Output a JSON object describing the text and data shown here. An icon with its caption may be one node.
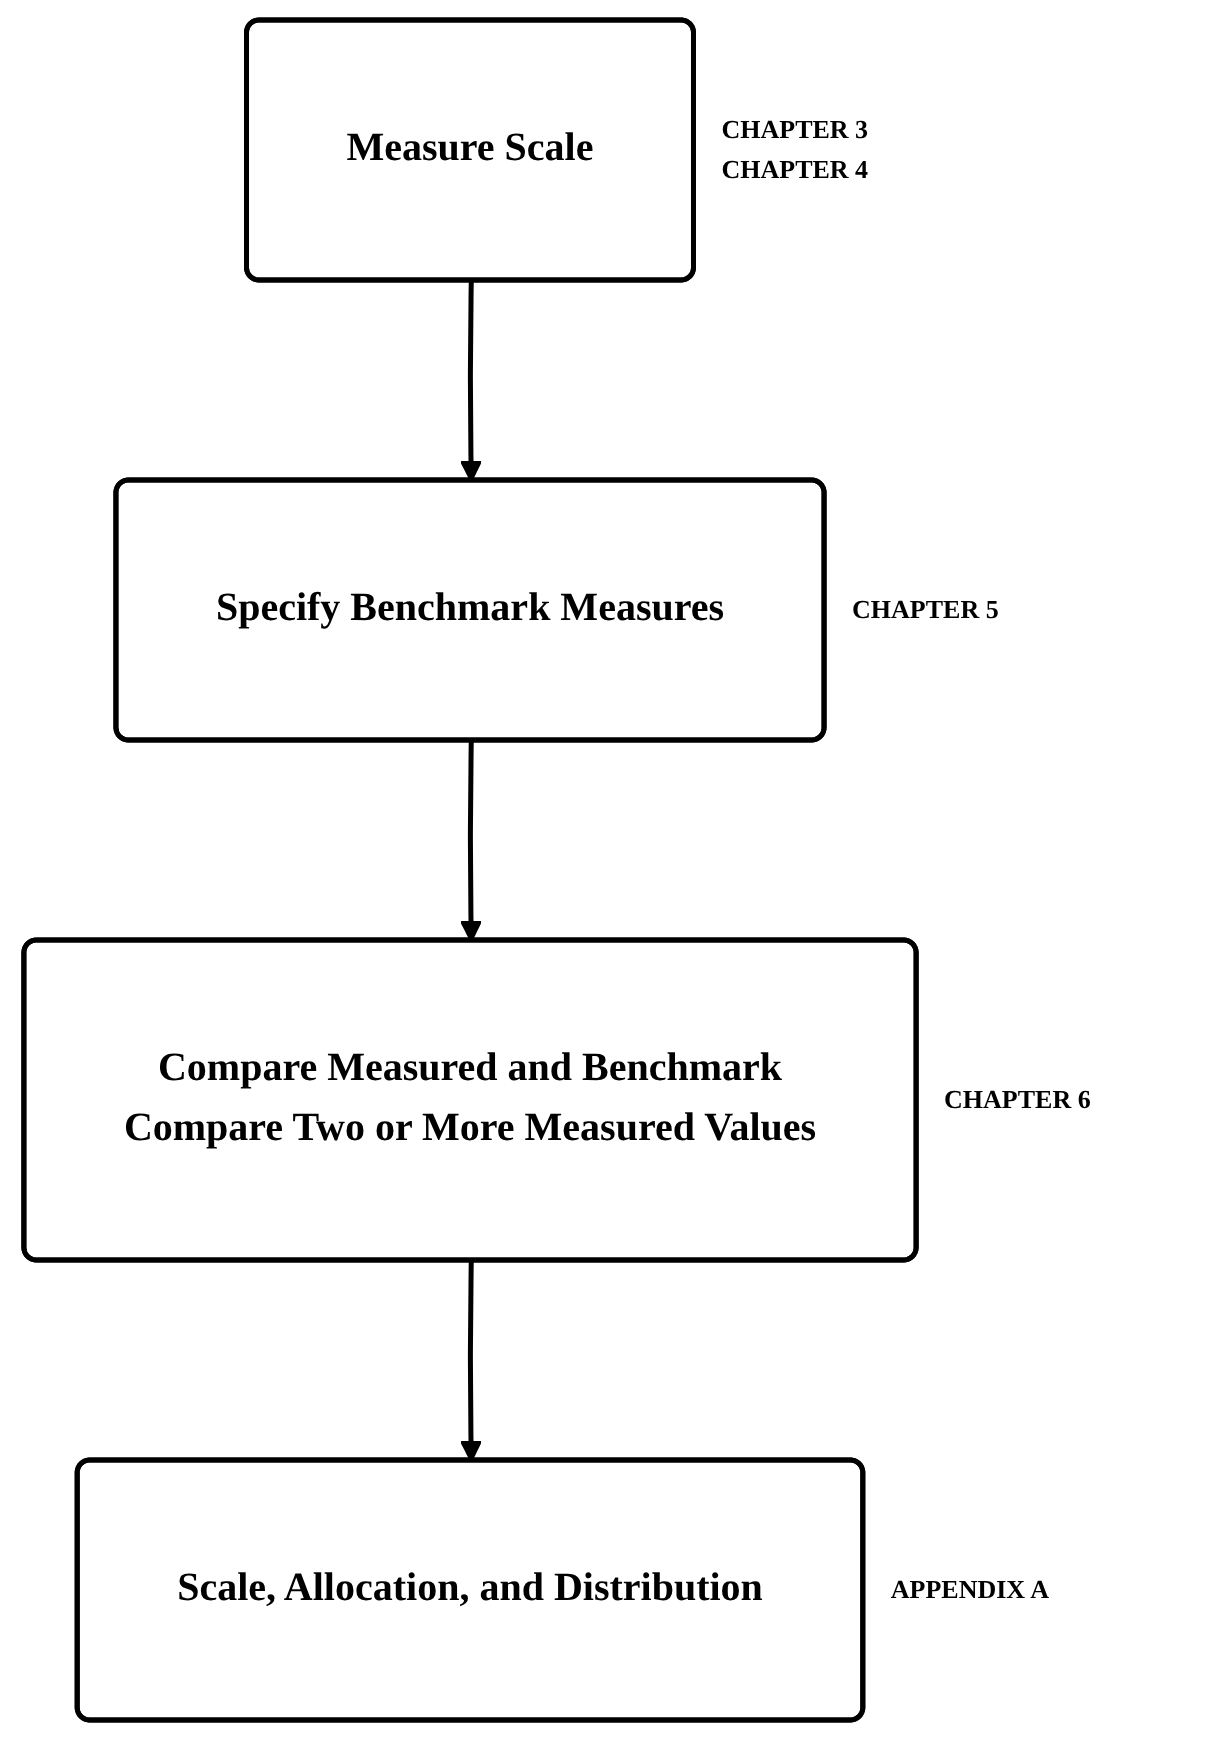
{
  "diagram": {
    "nodes": [
      {
        "text": [
          "Measure Scale"
        ],
        "beside": [
          "CHAPTER 3",
          "CHAPTER 4"
        ]
      },
      {
        "text": [
          "Specify Benchmark Measures"
        ],
        "beside": [
          "CHAPTER 5"
        ]
      },
      {
        "text": [
          "Compare Measured and Benchmark",
          "Compare Two or More Measured Values"
        ],
        "beside": [
          "CHAPTER 6"
        ]
      },
      {
        "text": [
          "Scale, Allocation, and Distribution"
        ],
        "beside": [
          "APPENDIX A"
        ]
      }
    ],
    "edges": [
      {
        "from": 0,
        "to": 1,
        "arrow": "to"
      },
      {
        "from": 1,
        "to": 2,
        "arrow": "to"
      },
      {
        "from": 2,
        "to": 3,
        "arrow": "to"
      }
    ]
  }
}
